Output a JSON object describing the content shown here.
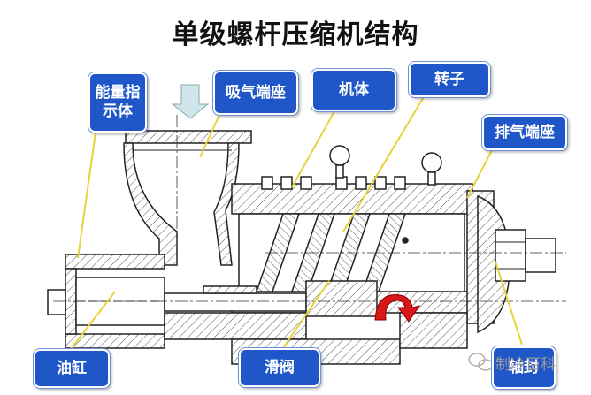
{
  "title": "单级螺杆压缩机结构",
  "labels": {
    "indicator": "能量指示体",
    "suction_seat": "吸气端座",
    "body": "机体",
    "rotor": "转子",
    "discharge_seat": "排气端座",
    "cylinder": "油缸",
    "slide_valve": "滑阀",
    "shaft_seal": "轴封"
  },
  "watermark": "制冷百科",
  "colors": {
    "callout_fill": "#1f57c8",
    "leader_line": "#e8d23a",
    "arrow_red": "#d81818",
    "inlet_arrow": "#cfe6ea"
  }
}
